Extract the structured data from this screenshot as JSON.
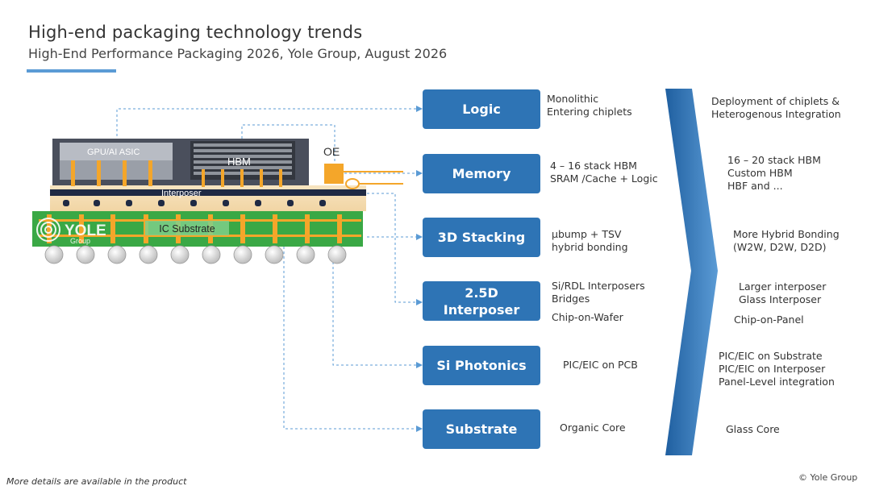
{
  "header": {
    "title": "High-end packaging technology trends",
    "subtitle": "High-End Performance Packaging 2026, Yole Group, August 2026"
  },
  "package": {
    "gpu_label": "GPU/AI ASIC",
    "hbm_label": "HBM",
    "oe_label": "OE",
    "interposer_label": "Interposer",
    "substrate_label": "IC Substrate",
    "logo_text": "YOLE",
    "logo_sub": "Group"
  },
  "rows": [
    {
      "category": "Logic",
      "current": [
        "Monolithic",
        "Entering chiplets"
      ],
      "future": [
        "Deployment of chiplets &",
        "Heterogenous Integration"
      ]
    },
    {
      "category": "Memory",
      "current": [
        "4 – 16 stack HBM",
        "SRAM /Cache + Logic"
      ],
      "future": [
        "16 – 20 stack HBM",
        "Custom HBM",
        "HBF and ..."
      ]
    },
    {
      "category": "3D Stacking",
      "current": [
        "µbump + TSV",
        "hybrid bonding"
      ],
      "future": [
        "More Hybrid Bonding",
        "(W2W, D2W, D2D)"
      ]
    },
    {
      "category_lines": [
        "2.5D",
        "Interposer"
      ],
      "current": [
        "Si/RDL Interposers",
        "Bridges"
      ],
      "current_extra": "Chip-on-Wafer",
      "future": [
        "Larger interposer",
        "Glass Interposer"
      ],
      "future_extra": "Chip-on-Panel"
    },
    {
      "category": "Si Photonics",
      "current": [
        "PIC/EIC on PCB"
      ],
      "future": [
        "PIC/EIC on Substrate",
        "PIC/EIC on Interposer",
        "Panel-Level integration"
      ]
    },
    {
      "category": "Substrate",
      "current": [
        "Organic Core"
      ],
      "future": [
        "Glass Core"
      ]
    }
  ],
  "footer": {
    "note": "More details are available in the product",
    "copyright": "© Yole Group"
  },
  "colors": {
    "accent": "#2e74b5",
    "title_bar": "#5b9bd5",
    "substrate_green": "#3aa845",
    "bump_orange": "#f4a62a"
  }
}
